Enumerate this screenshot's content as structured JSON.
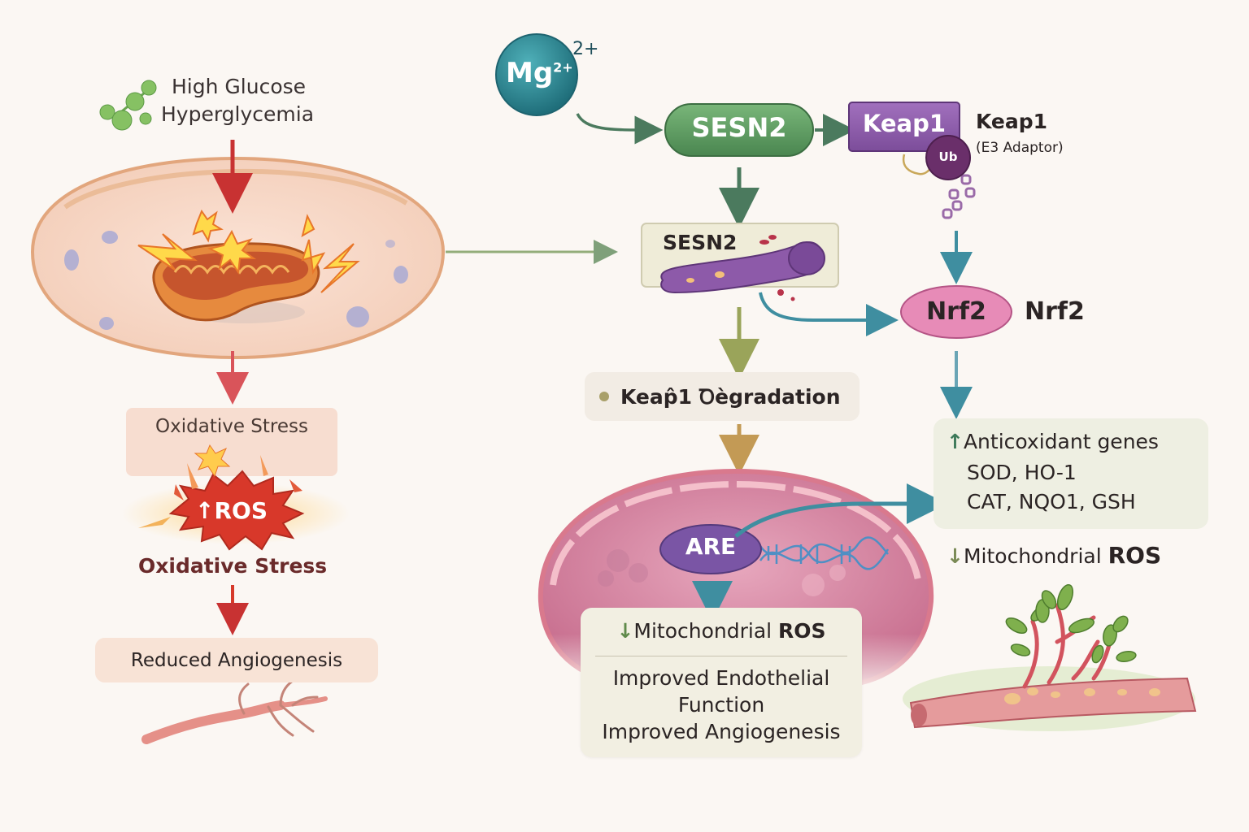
{
  "left_panel": {
    "glucose_label_line1": "High Glucose",
    "glucose_label_line2": "Hyperglycemia",
    "oxidative_stress_box": "Oxidative Stress",
    "ros_badge_arrow": "↑",
    "ros_badge": "ROS",
    "oxidative_stress_label": "Oxidative Stress",
    "reduced_angiogenesis": "Reduced Angiogenesis"
  },
  "top_pathway": {
    "mg_ion": "Mg",
    "mg_superscript_inner": "2+",
    "mg_superscript_outer": "2+",
    "sesn2_pill": "SESN2",
    "keap1_box": "Keap1",
    "ub_badge": "Ub",
    "keap1_label": "Keap1",
    "keap1_sublabel": "(E3 Adaptor)"
  },
  "middle_pathway": {
    "sesn2_box": "SESN2",
    "keap1_degradation": "Keap̂1 Ꝺègradation",
    "nrf2_ellipse": "Nrf2",
    "nrf2_label": "Nrf2",
    "are_label": "ARE"
  },
  "antioxidant_box": {
    "up_arrow": "↑",
    "title": "Anticoxidant genes",
    "line1": "SOD, HO-1",
    "line2": "CAT, NQO1, GSH"
  },
  "right_outcome": {
    "down_arrow": "↓",
    "label_regular": "Mitochondrial ",
    "label_bold": "ROS"
  },
  "bottom_result_box": {
    "down_arrow": "↓",
    "ros_regular": "Mitochondrial ",
    "ros_bold": "ROS",
    "line1": "Improved Endothelial",
    "line2": "Function",
    "line3": "Improved Angiogenesis"
  },
  "colors": {
    "background": "#fbf7f3",
    "sesn2_green": "#5a9a5e",
    "keap1_purple": "#8a5aa8",
    "ub_purple": "#6a2f6a",
    "mg_teal": "#2f8d98",
    "nrf2_pink": "#e27fb0",
    "are_purple": "#7a55a5",
    "ros_red": "#d63a2a",
    "arrow_red": "#cc3333",
    "arrow_teal": "#3f8ea0"
  }
}
